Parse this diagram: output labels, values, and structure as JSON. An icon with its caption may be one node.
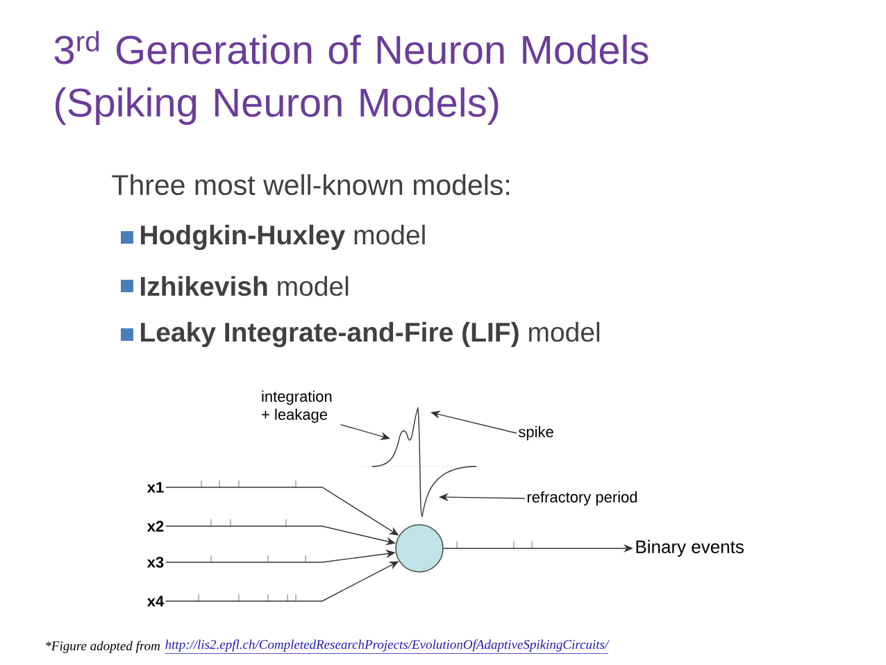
{
  "diagram": {
    "title": "3$^{rd}$ Generation of Neuron Models (Spiking Neuron Models)",
    "caption": "*Figure adopted from",
    "nodes": [
      {
        "text": [
          "x1"
        ]
      },
      {
        "text": [
          "x2"
        ]
      },
      {
        "text": [
          "x3"
        ]
      },
      {
        "text": [
          "x4"
        ]
      },
      {
        "text": [],
        "shape": "circle"
      },
      {
        "text": [
          "Binary events"
        ]
      },
      {
        "text": [
          "integration + leakage"
        ]
      },
      {
        "text": [
          "spike"
        ]
      },
      {
        "text": [
          "refractory period"
        ]
      },
      {
        "text": [],
        "shape": "waveform"
      }
    ],
    "edges": [
      {
        "from": 0,
        "to": 4,
        "arrow": "to"
      },
      {
        "from": 1,
        "to": 4,
        "arrow": "to"
      },
      {
        "from": 2,
        "to": 4,
        "arrow": "to"
      },
      {
        "from": 3,
        "to": 4,
        "arrow": "to"
      },
      {
        "from": 4,
        "to": 5,
        "arrow": "to"
      },
      {
        "from": 6,
        "to": 9,
        "arrow": "to"
      },
      {
        "from": 7,
        "to": 9,
        "arrow": "to"
      },
      {
        "from": 8,
        "to": 9,
        "arrow": "to"
      }
    ],
    "labels": [
      "Three most well-known models:",
      "**Hodgkin-Huxley** model",
      "**Izhikevish** model",
      "**Leaky Integrate-and-Fire (LIF)** model",
      "http://lis2.epfl.ch/CompletedResearchProjects/EvolutionOfAdaptiveSpikingCircuits/"
    ]
  }
}
